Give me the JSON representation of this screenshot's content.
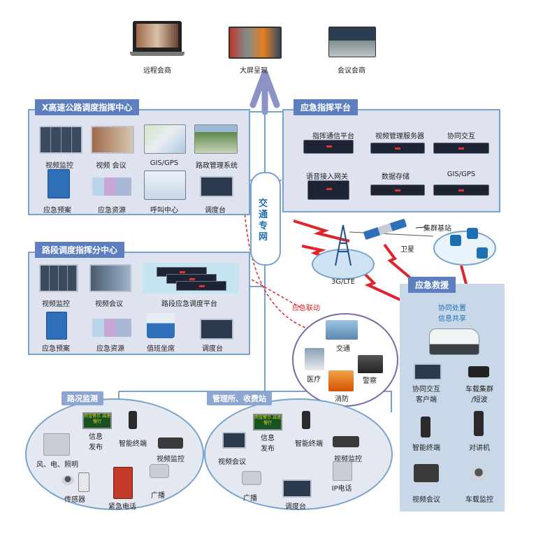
{
  "top": {
    "remote_meeting": "远程会商",
    "big_screen": "大屏呈现",
    "conference": "会议会商"
  },
  "x_center": {
    "title": "X高速公路调度指挥中心",
    "items": [
      "视频监控",
      "视频 会议",
      "GIS/GPS",
      "路政管理系统",
      "应急预案",
      "应急资源",
      "呼叫中心",
      "调度台"
    ]
  },
  "emergency_platform": {
    "title": "应急指挥平台",
    "items": [
      "指挥通信平台",
      "视频管理服务器",
      "协同交互",
      "语音接入网关",
      "数据存储",
      "GIS/GPS"
    ]
  },
  "network": {
    "label": "交通专网",
    "cluster_station": "集群基站",
    "satellite": "卫星",
    "cellular": "3G/LTE",
    "linkage": "应急联动"
  },
  "sub_center": {
    "title": "路段调度指挥分中心",
    "items": [
      "视频监控",
      "视频会议",
      "路段应急调度平台",
      "应急预案",
      "应急资源",
      "值班坐席",
      "调度台"
    ]
  },
  "agencies": [
    "交通",
    "医疗",
    "警察",
    "消防"
  ],
  "rescue": {
    "title": "应急救援",
    "subtitle": "协同处置\n信息共享",
    "items": [
      "协同交互\n客户端",
      "车载集群\n/短波",
      "智能终端",
      "对讲机",
      "视频会议",
      "车载监控"
    ]
  },
  "road_monitor": {
    "title": "路况监测",
    "items": [
      "信息\n发布",
      "智能终端",
      "视频监控",
      "风、电、照明",
      "广播",
      "传感器",
      "紧急电话"
    ],
    "led_text": "雨雪警示 减速慢行"
  },
  "admin_station": {
    "title": "管理所、收费站",
    "items": [
      "信息\n发布",
      "智能终端",
      "视频会议",
      "视频监控",
      "广播",
      "调度台",
      "IP电话"
    ],
    "led_text": "雨雪警示 减速慢行"
  },
  "colors": {
    "panel_bg": "#dfe3ef",
    "panel_border": "#7aa3cc",
    "title_bg": "#5e7fbf",
    "arrow": "#8b93c4",
    "lightning": "#e0242b"
  }
}
